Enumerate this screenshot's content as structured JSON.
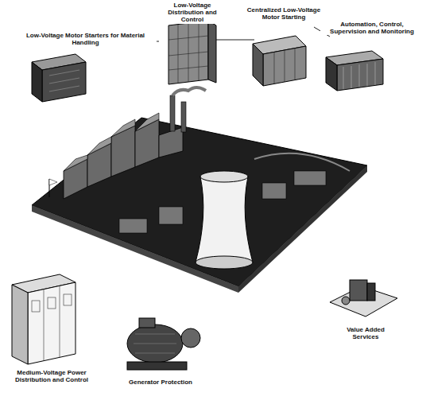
{
  "diagram": {
    "labels": [
      "Low-Voltage Distribution and Control",
      "Centralized Low-Voltage Motor Starting",
      "Low-Voltage Motor Starters for Material Handling",
      "Automation, Control, Supervision and Monitoring",
      "Value Added Services",
      "Generator Protection",
      "Medium-Voltage Power Distribution and Control"
    ]
  }
}
